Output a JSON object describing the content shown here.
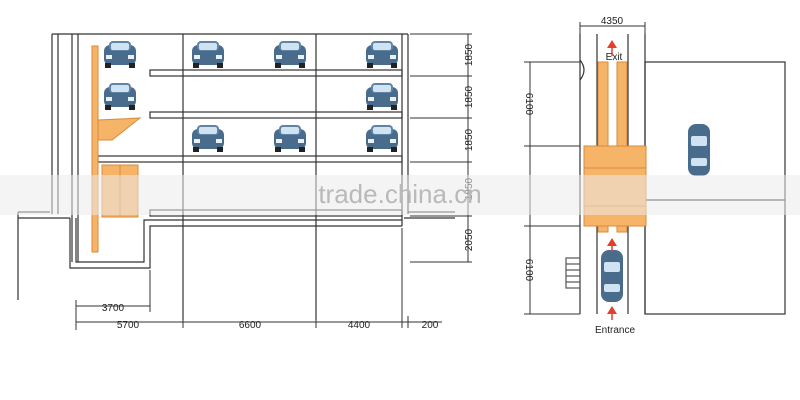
{
  "watermark": "trade.china.cn",
  "elevation": {
    "bottom_dims": [
      "3700",
      "5700",
      "6600",
      "4400",
      "200"
    ],
    "right_dims": [
      "1850",
      "1850",
      "1850",
      "1850",
      "2050"
    ]
  },
  "plan": {
    "top_dim": "4350",
    "left_dims": [
      "6100",
      "6100"
    ],
    "exit_label": "Exit",
    "entrance_label": "Entrance"
  },
  "colors": {
    "line": "#333333",
    "orange": "#f6b469",
    "orange_dark": "#d98a3a",
    "car_body": "#4a6c8c",
    "car_glass": "#cfe3f3"
  }
}
